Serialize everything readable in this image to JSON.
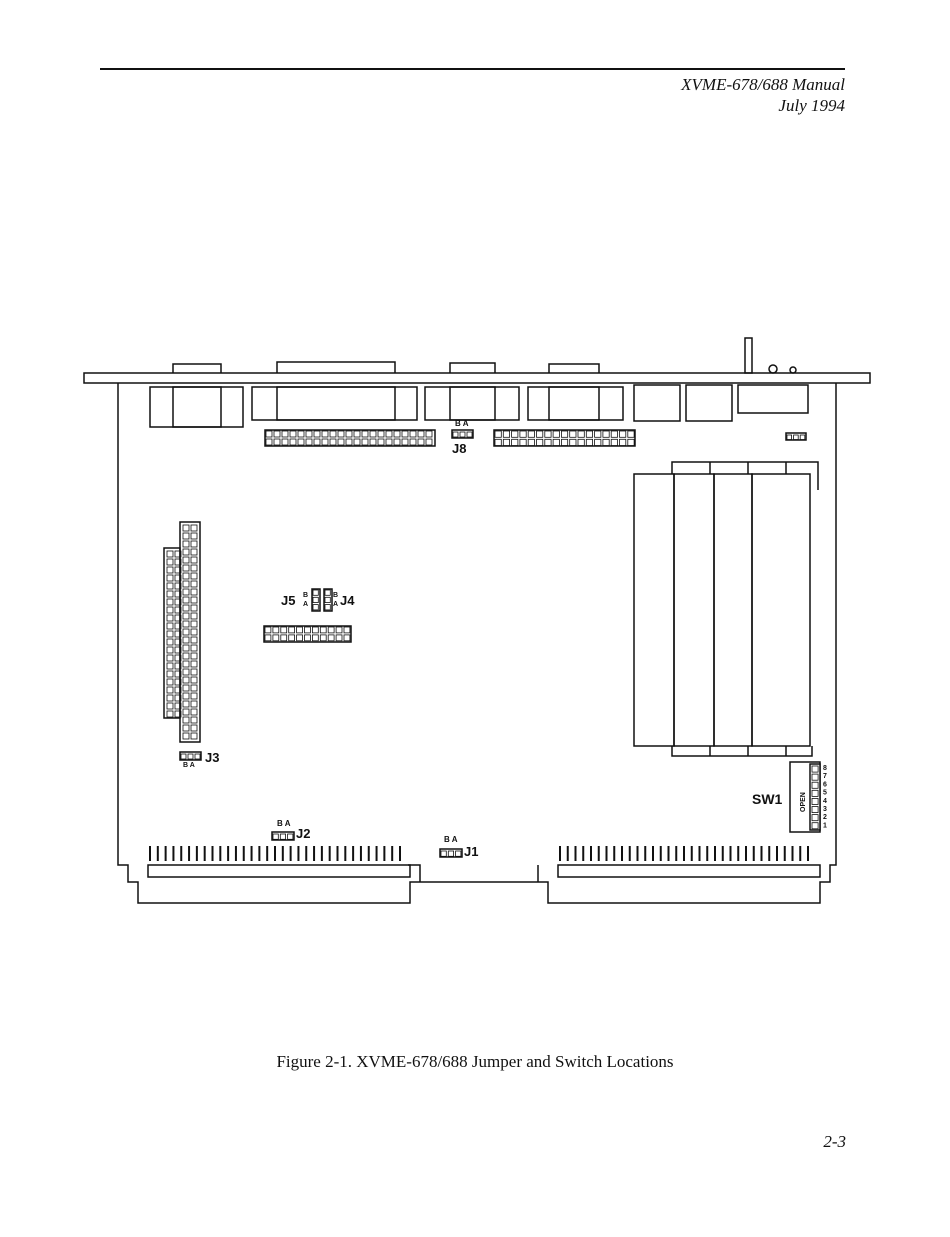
{
  "header": {
    "manual_title": "XVME-678/688 Manual",
    "date": "July 1994"
  },
  "diagram": {
    "labels": {
      "j1": "J1",
      "j2": "J2",
      "j3": "J3",
      "j4": "J4",
      "j5": "J5",
      "j8": "J8",
      "sw1": "SW1",
      "open": "OPEN",
      "ba": "B A",
      "b": "B",
      "a": "A"
    },
    "switch_numbers": [
      "8",
      "7",
      "6",
      "5",
      "4",
      "3",
      "2",
      "1"
    ]
  },
  "caption": "Figure 2-1. XVME-678/688 Jumper and Switch Locations",
  "page_number": "2-3"
}
